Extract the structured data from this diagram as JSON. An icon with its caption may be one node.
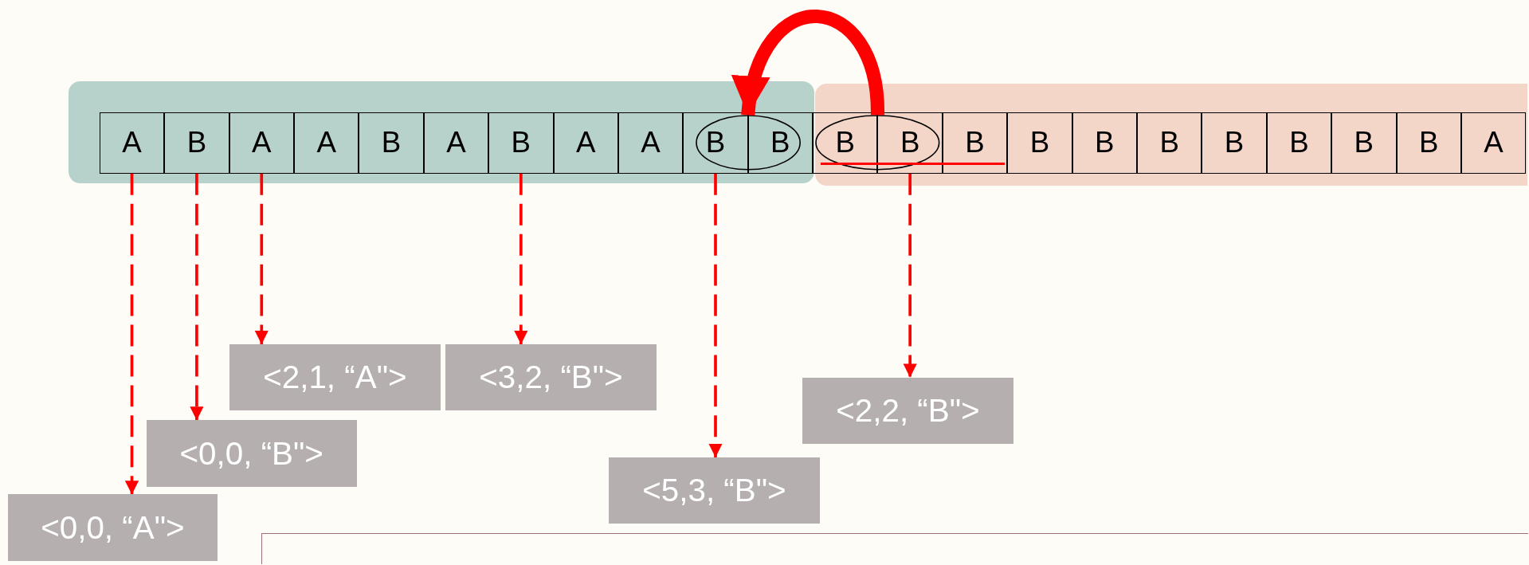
{
  "diagram": {
    "nodes": [
      {
        "text": [],
        "shape": "box"
      },
      {
        "text": [
          "A"
        ],
        "in": 0
      },
      {
        "text": [
          "B"
        ],
        "in": 0
      },
      {
        "text": [
          "A"
        ],
        "in": 0
      },
      {
        "text": [
          "A"
        ],
        "in": 0
      },
      {
        "text": [
          "B"
        ],
        "in": 0
      },
      {
        "text": [
          "A"
        ],
        "in": 0
      },
      {
        "text": [
          "B"
        ],
        "in": 0
      },
      {
        "text": [
          "A"
        ],
        "in": 0
      },
      {
        "text": [
          "A"
        ],
        "in": 0
      },
      {
        "text": [
          "B"
        ],
        "in": 0
      },
      {
        "text": [
          "B"
        ],
        "in": 0
      },
      {
        "text": [],
        "shape": "ellipse",
        "in": 0
      },
      {
        "text": [],
        "shape": "box"
      },
      {
        "text": [
          "B"
        ],
        "in": 13
      },
      {
        "text": [
          "B"
        ],
        "in": 13
      },
      {
        "text": [
          "B"
        ],
        "in": 13
      },
      {
        "text": [
          "B"
        ],
        "in": 13
      },
      {
        "text": [
          "B"
        ],
        "in": 13
      },
      {
        "text": [
          "B"
        ],
        "in": 13
      },
      {
        "text": [
          "B"
        ],
        "in": 13
      },
      {
        "text": [
          "B"
        ],
        "in": 13
      },
      {
        "text": [
          "B"
        ],
        "in": 13
      },
      {
        "text": [
          "B"
        ],
        "in": 13
      },
      {
        "text": [
          "A"
        ],
        "in": 13
      },
      {
        "text": [],
        "shape": "ellipse",
        "in": 13
      },
      {
        "text": [
          "<2,1, “A\">"
        ]
      },
      {
        "text": [
          "<3,2, “B\">"
        ]
      },
      {
        "text": [
          "<2,2, “B\">"
        ]
      },
      {
        "text": [
          "<0,0, “B\">"
        ]
      },
      {
        "text": [
          "<5,3, “B\">"
        ]
      },
      {
        "text": [
          "<0,0, “A\">"
        ]
      }
    ],
    "edges": [
      {
        "from": 25,
        "to": 12,
        "arrow": "to",
        "style": "thick"
      },
      {
        "from": 1,
        "to": 31,
        "arrow": "to",
        "style": "dashed"
      },
      {
        "from": 2,
        "to": 29,
        "arrow": "to",
        "style": "dashed"
      },
      {
        "from": 3,
        "to": 26,
        "arrow": "to",
        "style": "dashed"
      },
      {
        "from": 7,
        "to": 27,
        "arrow": "to",
        "style": "dashed"
      },
      {
        "from": 10,
        "to": 30,
        "arrow": "to",
        "style": "dashed"
      },
      {
        "from": 15,
        "to": 28,
        "arrow": "to",
        "style": "dashed"
      }
    ]
  }
}
